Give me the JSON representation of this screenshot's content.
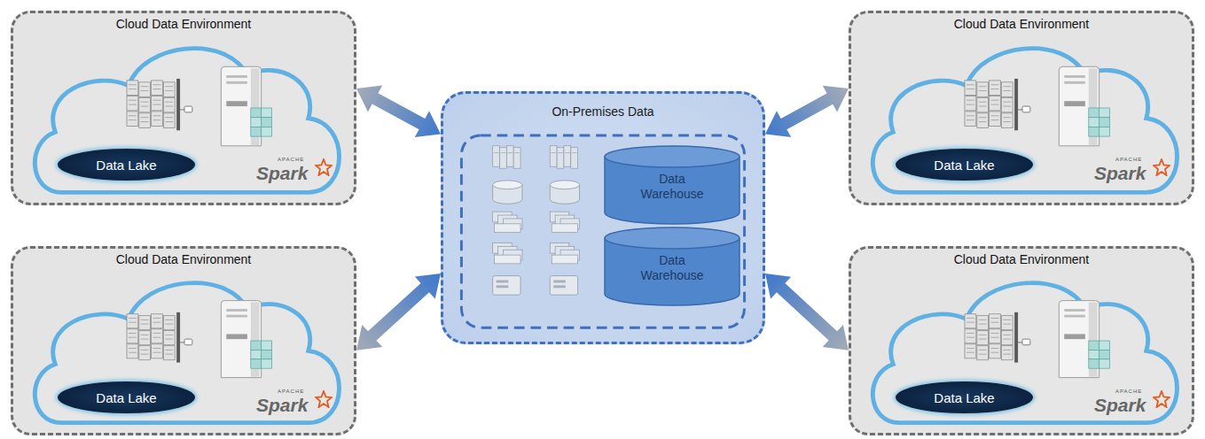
{
  "diagram": {
    "nodes": [
      {
        "text": [
          "Cloud Data Environment"
        ]
      },
      {
        "text": [
          "Data Lake"
        ],
        "in": 0
      },
      {
        "text": [
          "On-Premises Data"
        ]
      },
      {
        "text": [
          "Data Warehouse"
        ],
        "in": 2
      },
      {
        "text": [
          "Data Warehouse"
        ],
        "in": 2
      },
      {
        "text": [
          "Cloud Data Environment"
        ]
      },
      {
        "text": [
          "Data Lake"
        ],
        "in": 5
      },
      {
        "text": [
          "Cloud Data Environment"
        ]
      },
      {
        "text": [
          "Data Lake"
        ],
        "in": 7
      },
      {
        "text": [
          "Cloud Data Environment"
        ]
      },
      {
        "text": [
          "Data Lake"
        ],
        "in": 9
      }
    ],
    "edges": [
      {
        "from": 0,
        "to": 2,
        "arrow": "both"
      },
      {
        "from": 5,
        "to": 2,
        "arrow": "both"
      },
      {
        "from": 7,
        "to": 2,
        "arrow": "both"
      },
      {
        "from": 9,
        "to": 2,
        "arrow": "both"
      }
    ],
    "labels": [
      "APACHE",
      "Spark",
      "APACHE",
      "Spark",
      "APACHE",
      "Spark",
      "APACHE",
      "Spark"
    ]
  }
}
